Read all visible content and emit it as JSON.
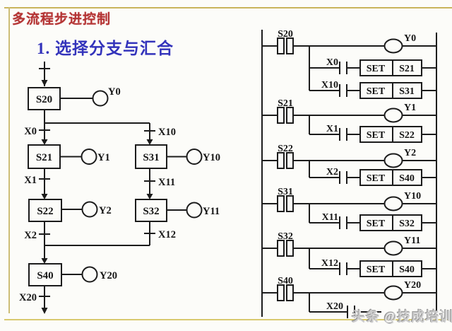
{
  "header": {
    "title": "多流程步进控制",
    "subtitle": "1. 选择分支与汇合"
  },
  "sfc": {
    "steps": {
      "s20": "S20",
      "s21": "S21",
      "s31": "S31",
      "s22": "S22",
      "s32": "S32",
      "s40": "S40"
    },
    "transitions": {
      "x0": "X0",
      "x10": "X10",
      "x1": "X1",
      "x11": "X11",
      "x2": "X2",
      "x12": "X12",
      "x20": "X20"
    },
    "outputs": {
      "y0": "Y0",
      "y1": "Y1",
      "y10": "Y10",
      "y2": "Y2",
      "y11": "Y11",
      "y20": "Y20"
    }
  },
  "ladder": {
    "set_label": "SET",
    "rungs": [
      {
        "step": "S20",
        "coil": "Y0",
        "branches": [
          {
            "contact": "X0",
            "set": "S21"
          },
          {
            "contact": "X10",
            "set": "S31"
          }
        ]
      },
      {
        "step": "S21",
        "coil": "Y1",
        "branches": [
          {
            "contact": "X1",
            "set": "S22"
          }
        ]
      },
      {
        "step": "S22",
        "coil": "Y2",
        "branches": [
          {
            "contact": "X2",
            "set": "S40"
          }
        ]
      },
      {
        "step": "S31",
        "coil": "Y10",
        "branches": [
          {
            "contact": "X11",
            "set": "S32"
          }
        ]
      },
      {
        "step": "S32",
        "coil": "Y11",
        "branches": [
          {
            "contact": "X12",
            "set": "S40"
          }
        ]
      },
      {
        "step": "S40",
        "coil": "Y20",
        "branches": [
          {
            "contact": "X20",
            "set": ""
          }
        ]
      }
    ]
  },
  "watermark": "头条 @技成培训",
  "colors": {
    "title": "#b43434",
    "subtitle": "#3333bb",
    "frame": "#c9b45c",
    "line": "#1c1c1c"
  }
}
